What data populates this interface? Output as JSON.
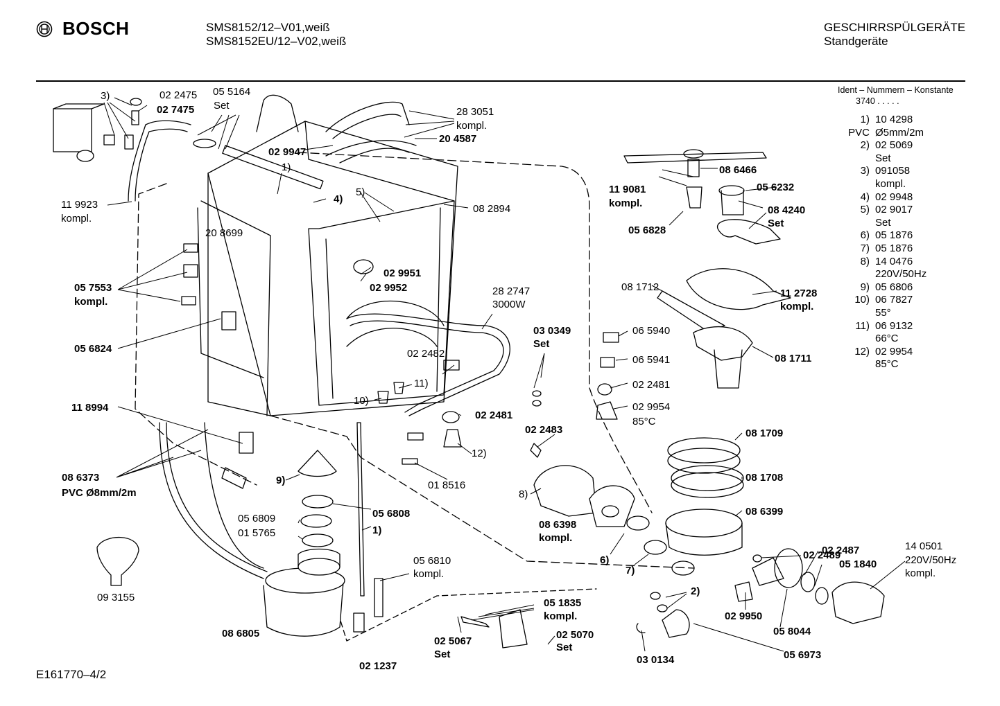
{
  "header": {
    "brand": "BOSCH",
    "models": [
      "SMS8152/12–V01,weiß",
      "SMS8152EU/12–V02,weiß"
    ],
    "category": "GESCHIRRSPÜLGERÄTE",
    "subcategory": "Standgeräte"
  },
  "ident": {
    "title": "Ident – Nummern – Konstante",
    "code": "3740 . . . . ."
  },
  "key_notes": [
    {
      "num": "1)",
      "lines": [
        "10 4298"
      ]
    },
    {
      "num": "PVC",
      "lines": [
        "Ø5mm/2m"
      ]
    },
    {
      "num": "2)",
      "lines": [
        "02 5069",
        "Set"
      ]
    },
    {
      "num": "3)",
      "lines": [
        "091058",
        "kompl."
      ]
    },
    {
      "num": "4)",
      "lines": [
        "02 9948"
      ]
    },
    {
      "num": "5)",
      "lines": [
        "02 9017",
        "Set"
      ]
    },
    {
      "num": "6)",
      "lines": [
        "05 1876"
      ]
    },
    {
      "num": "7)",
      "lines": [
        "05 1876"
      ]
    },
    {
      "num": "8)",
      "lines": [
        "14 0476",
        "220V/50Hz"
      ]
    },
    {
      "num": "9)",
      "lines": [
        "05 6806"
      ]
    },
    {
      "num": "10)",
      "lines": [
        "06 7827",
        "55°"
      ]
    },
    {
      "num": "11)",
      "lines": [
        "06 9132",
        "66°C"
      ]
    },
    {
      "num": "12)",
      "lines": [
        "02 9954",
        "85°C"
      ]
    }
  ],
  "callouts": {
    "c3": "3)",
    "c022475": "02 2475",
    "c027475": "02 7475",
    "c055164": "05 5164",
    "c055164set": "Set",
    "c283051": "28 3051",
    "c283051k": "kompl.",
    "c029947": "02 9947",
    "c204587": "20 4587",
    "c119923": "11 9923",
    "c119923k": "kompl.",
    "c1": "1)",
    "c4": "4)",
    "c5": "5)",
    "c082894": "08 2894",
    "c208699": "20 8699",
    "c057553": "05 7553",
    "c057553k": "kompl.",
    "c029951": "02 9951",
    "c029952": "02 9952",
    "c282747": "28 2747",
    "c3000w": "3000W",
    "c056824": "05 6824",
    "c022482": "02 2482",
    "c11": "11)",
    "c10": "10)",
    "c118994": "11 8994",
    "c022481a": "02 2481",
    "c12": "12)",
    "c018516": "01 8516",
    "c086373": "08 6373",
    "c086373p": "PVC Ø8mm/2m",
    "c9": "9)",
    "c056809": "05 6809",
    "c056808": "05 6808",
    "c015765": "01 5765",
    "c1b": "1)",
    "c056810": "05 6810",
    "c056810k": "kompl.",
    "c093155": "09 3155",
    "c086805": "08 6805",
    "c021237": "02 1237",
    "c051835": "05 1835",
    "c051835k": "kompl.",
    "c025067": "02 5067",
    "c025067s": "Set",
    "c025070": "02 5070",
    "c025070s": "Set",
    "c086466": "08 6466",
    "c119081": "11 9081",
    "c119081k": "kompl.",
    "c056232": "05 6232",
    "c084240": "08 4240",
    "c084240s": "Set",
    "c056828": "05 6828",
    "c081712": "08 1712",
    "c112728": "11 2728",
    "c112728k": "kompl.",
    "c030349": "03 0349",
    "c030349s": "Set",
    "c065940": "06 5940",
    "c065941": "06 5941",
    "c081711": "08 1711",
    "c022481b": "02 2481",
    "c029954": "02 9954",
    "c85c": "85°C",
    "c022483": "02 2483",
    "c081709": "08 1709",
    "c081708": "08 1708",
    "c8": "8)",
    "c086398": "08 6398",
    "c086398k": "kompl.",
    "c086399": "08 6399",
    "c6": "6)",
    "c7": "7)",
    "c022489": "02 2489",
    "c022487": "02 2487",
    "c051840": "05 1840",
    "c140501": "14 0501",
    "c140501v": "220V/50Hz",
    "c140501k": "kompl.",
    "c2": "2)",
    "c029950": "02 9950",
    "c058044": "05 8044",
    "c030134": "03 0134",
    "c056973": "05 6973"
  },
  "footer": "E161770–4/2"
}
